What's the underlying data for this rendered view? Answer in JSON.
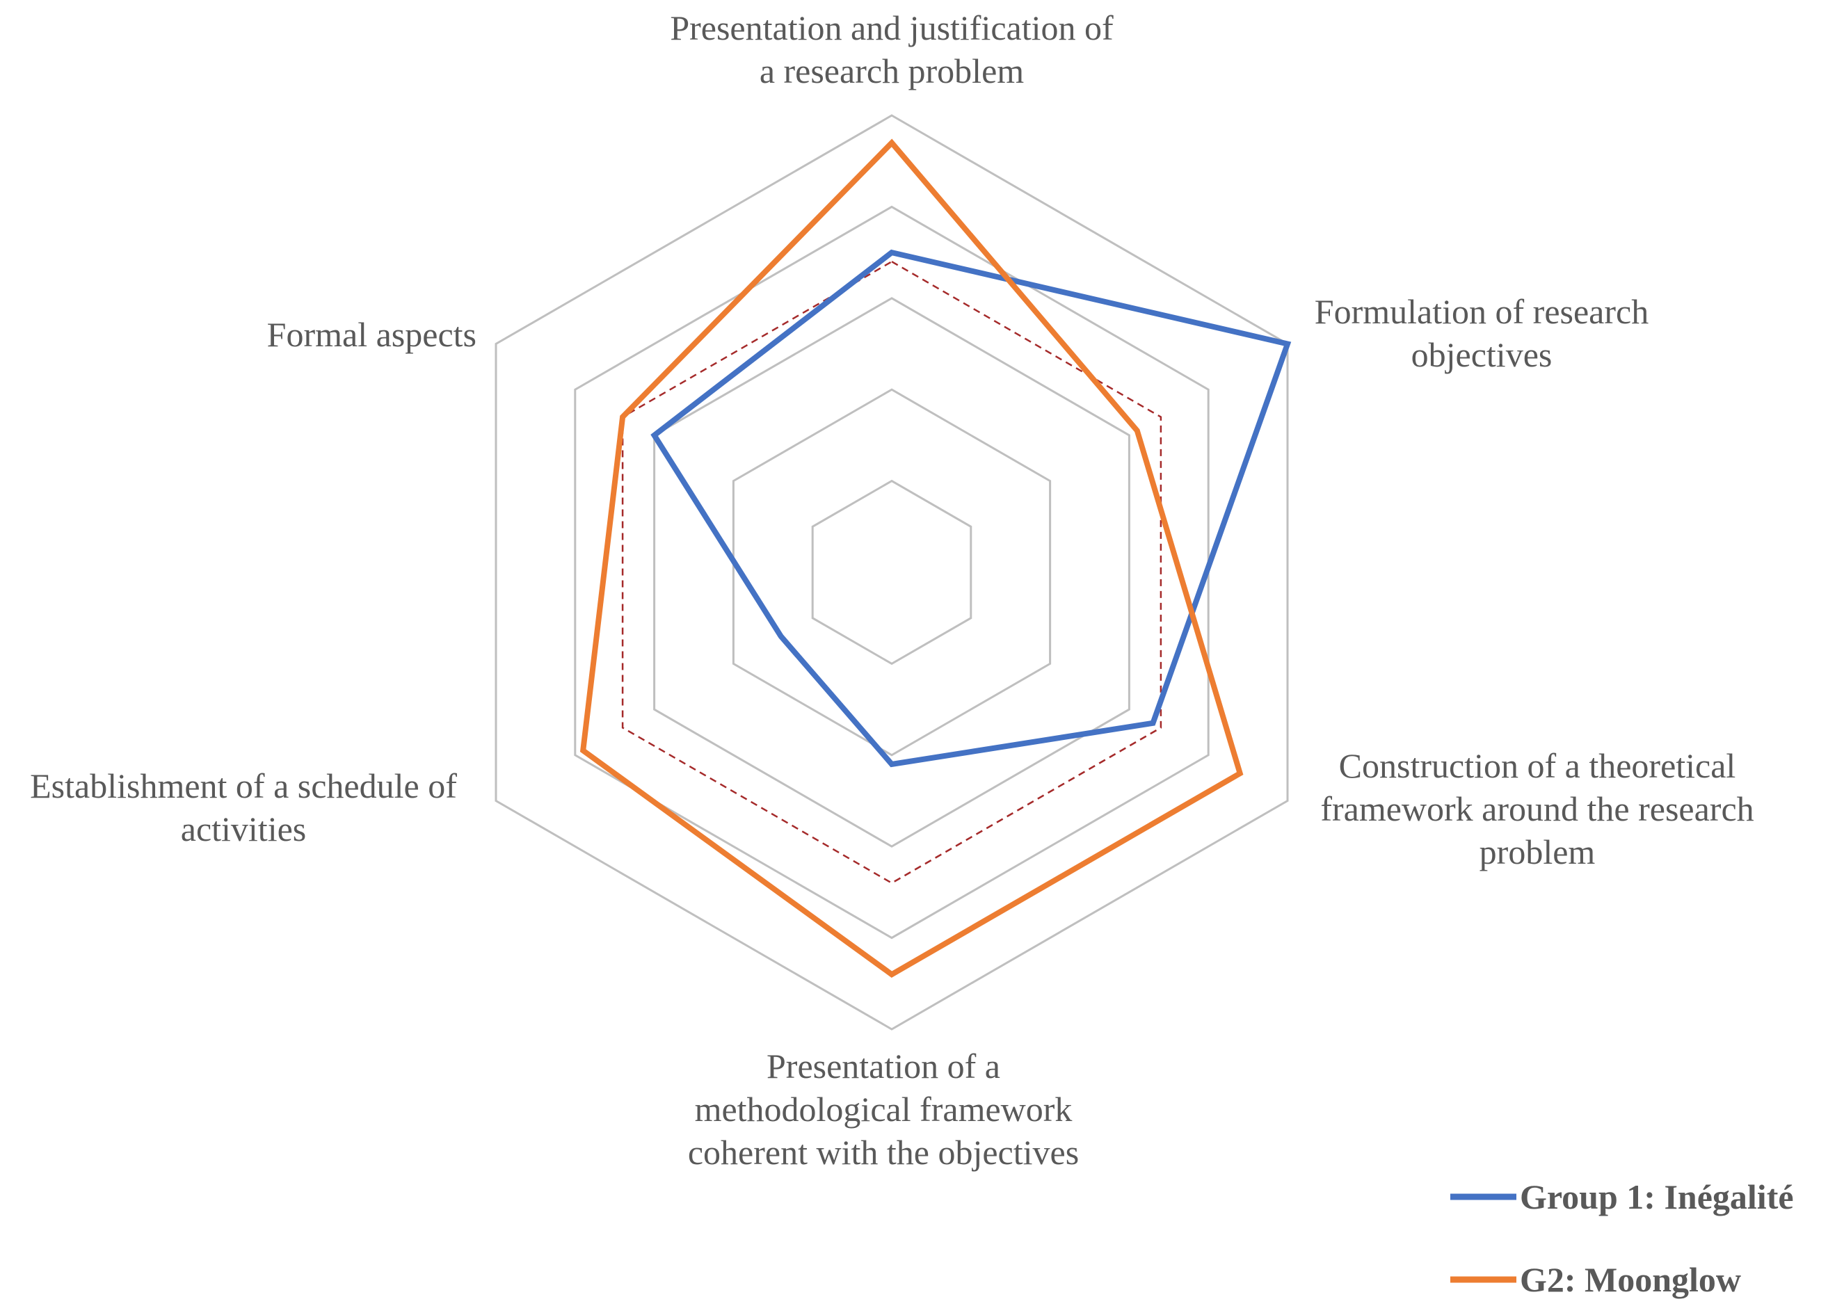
{
  "chart_data": {
    "type": "radar",
    "axes": [
      "Presentation and justification of a research problem",
      "Formulation of research objectives",
      "Construction of a theoretical framework around the research problem",
      "Presentation of a methodological framework coherent with the objectives",
      "Establishment of a schedule of activities",
      "Formal aspects"
    ],
    "axis_label_lines": [
      [
        "Presentation and justification of",
        "a research problem"
      ],
      [
        "Formulation of research",
        "objectives"
      ],
      [
        "Construction of a theoretical",
        "framework around the research",
        "problem"
      ],
      [
        "Presentation of a",
        "methodological framework",
        "coherent with the objectives"
      ],
      [
        "Establishment of a schedule of",
        "activities"
      ],
      [
        "Formal aspects"
      ]
    ],
    "rlim": [
      0,
      5
    ],
    "grid_levels": [
      1,
      2,
      3,
      4,
      5
    ],
    "reference_level": 3.4,
    "series": [
      {
        "name": "Group 1: Inégalité",
        "color": "#4472c4",
        "values": [
          3.5,
          5.0,
          3.3,
          2.1,
          1.4,
          3.0
        ]
      },
      {
        "name": "G2: Moonglow",
        "color": "#ed7d31",
        "values": [
          4.7,
          3.1,
          4.4,
          4.4,
          3.9,
          3.4
        ]
      }
    ],
    "grid_color": "#bfbfbf",
    "reference_color": "#a52a2a",
    "legend_position": "bottom-right"
  }
}
